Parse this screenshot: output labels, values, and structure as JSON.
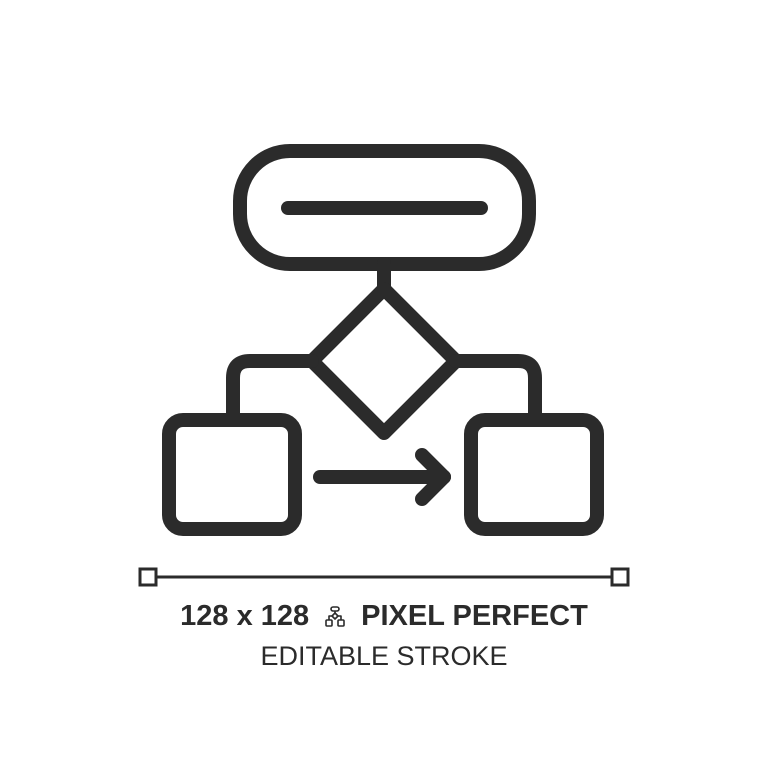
{
  "icon": {
    "name": "flowchart-icon",
    "stroke_color": "#2b2b2b"
  },
  "caption": {
    "dimensions": "128 x 128",
    "badge_icon": "flowchart-mini-icon",
    "headline": "PIXEL PERFECT",
    "subline": "EDITABLE STROKE"
  }
}
